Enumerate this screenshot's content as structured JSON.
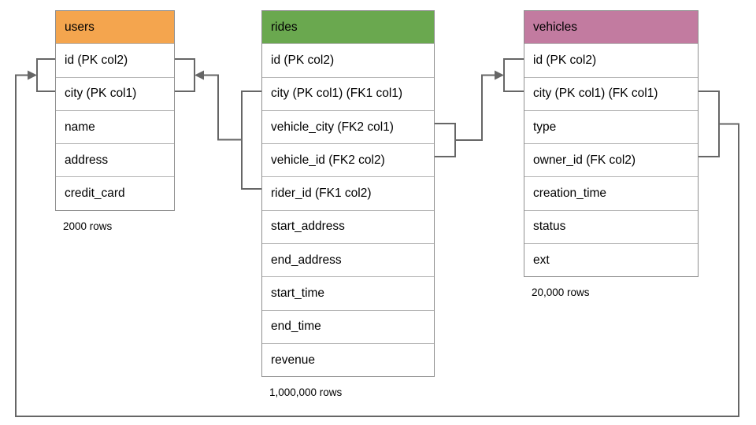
{
  "diagram": {
    "line_color": "#666666",
    "tables": [
      {
        "name": "users",
        "header_color": "#f4a54e",
        "columns": [
          "id (PK col2)",
          "city (PK col1)",
          "name",
          "address",
          "credit_card"
        ],
        "row_count_label": "2000 rows"
      },
      {
        "name": "rides",
        "header_color": "#6aa84f",
        "columns": [
          "id (PK col2)",
          "city (PK col1) (FK1 col1)",
          "vehicle_city (FK2 col1)",
          "vehicle_id (FK2 col2)",
          "rider_id (FK1 col2)",
          "start_address",
          "end_address",
          "start_time",
          "end_time",
          "revenue"
        ],
        "row_count_label": "1,000,000 rows"
      },
      {
        "name": "vehicles",
        "header_color": "#c27ba0",
        "columns": [
          "id (PK col2)",
          "city (PK col1) (FK col1)",
          "type",
          "owner_id (FK col2)",
          "creation_time",
          "status",
          "ext"
        ],
        "row_count_label": "20,000 rows"
      }
    ],
    "relationships": [
      {
        "name": "rides-to-users",
        "from_table": "rides",
        "from_columns": [
          "city (PK col1) (FK1 col1)",
          "rider_id (FK1 col2)"
        ],
        "to_table": "users",
        "to_columns": [
          "id (PK col2)",
          "city (PK col1)"
        ]
      },
      {
        "name": "rides-to-vehicles",
        "from_table": "rides",
        "from_columns": [
          "vehicle_city (FK2 col1)",
          "vehicle_id (FK2 col2)"
        ],
        "to_table": "vehicles",
        "to_columns": [
          "id (PK col2)",
          "city (PK col1) (FK col1)"
        ]
      },
      {
        "name": "vehicles-to-users",
        "from_table": "vehicles",
        "from_columns": [
          "city (PK col1) (FK col1)",
          "owner_id (FK col2)"
        ],
        "to_table": "users",
        "to_columns": [
          "id (PK col2)",
          "city (PK col1)"
        ]
      }
    ]
  }
}
